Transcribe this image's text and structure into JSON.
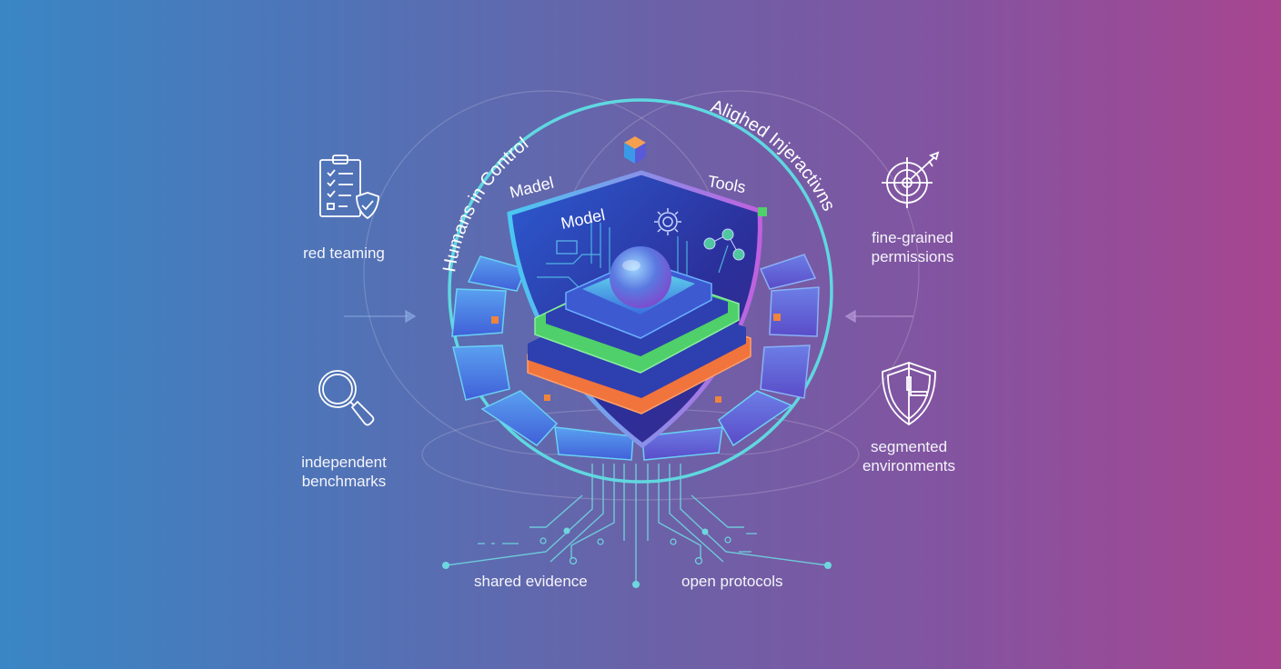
{
  "diagram": {
    "arc_labels": {
      "left": "Humans in Control",
      "right": "Alighed Injeractivns"
    },
    "inner_labels": {
      "top_left": "Madel",
      "shield_left": "Model",
      "top_right": "Tools"
    },
    "features": [
      {
        "id": "red-teaming",
        "label": "red teaming",
        "icon": "clipboard-shield-icon",
        "side": "left",
        "row": "top"
      },
      {
        "id": "independent-benchmarks",
        "label_line1": "independent",
        "label_line2": "benchmarks",
        "icon": "magnifying-glass-icon",
        "side": "left",
        "row": "bottom"
      },
      {
        "id": "fine-grained-permissions",
        "label_line1": "fine-grained",
        "label_line2": "permissions",
        "icon": "target-arrow-icon",
        "side": "right",
        "row": "top"
      },
      {
        "id": "segmented-environments",
        "label_line1": "segmented",
        "label_line2": "environments",
        "icon": "segmented-shield-icon",
        "side": "right",
        "row": "bottom"
      }
    ],
    "bottom_labels": {
      "left": "shared evidence",
      "right": "open protocols"
    },
    "colors": {
      "bg_left": "#3a86c4",
      "bg_mid": "#6a62a8",
      "bg_right": "#a8458f",
      "ring": "#5fd8e0",
      "shield_fill": "#2a3a9e",
      "layer_green": "#4fd06a",
      "layer_orange": "#f0743c",
      "layer_blue": "#3d5ad0",
      "segment_blue": "#4a8ae8",
      "circuit": "#6fd6e0"
    }
  }
}
